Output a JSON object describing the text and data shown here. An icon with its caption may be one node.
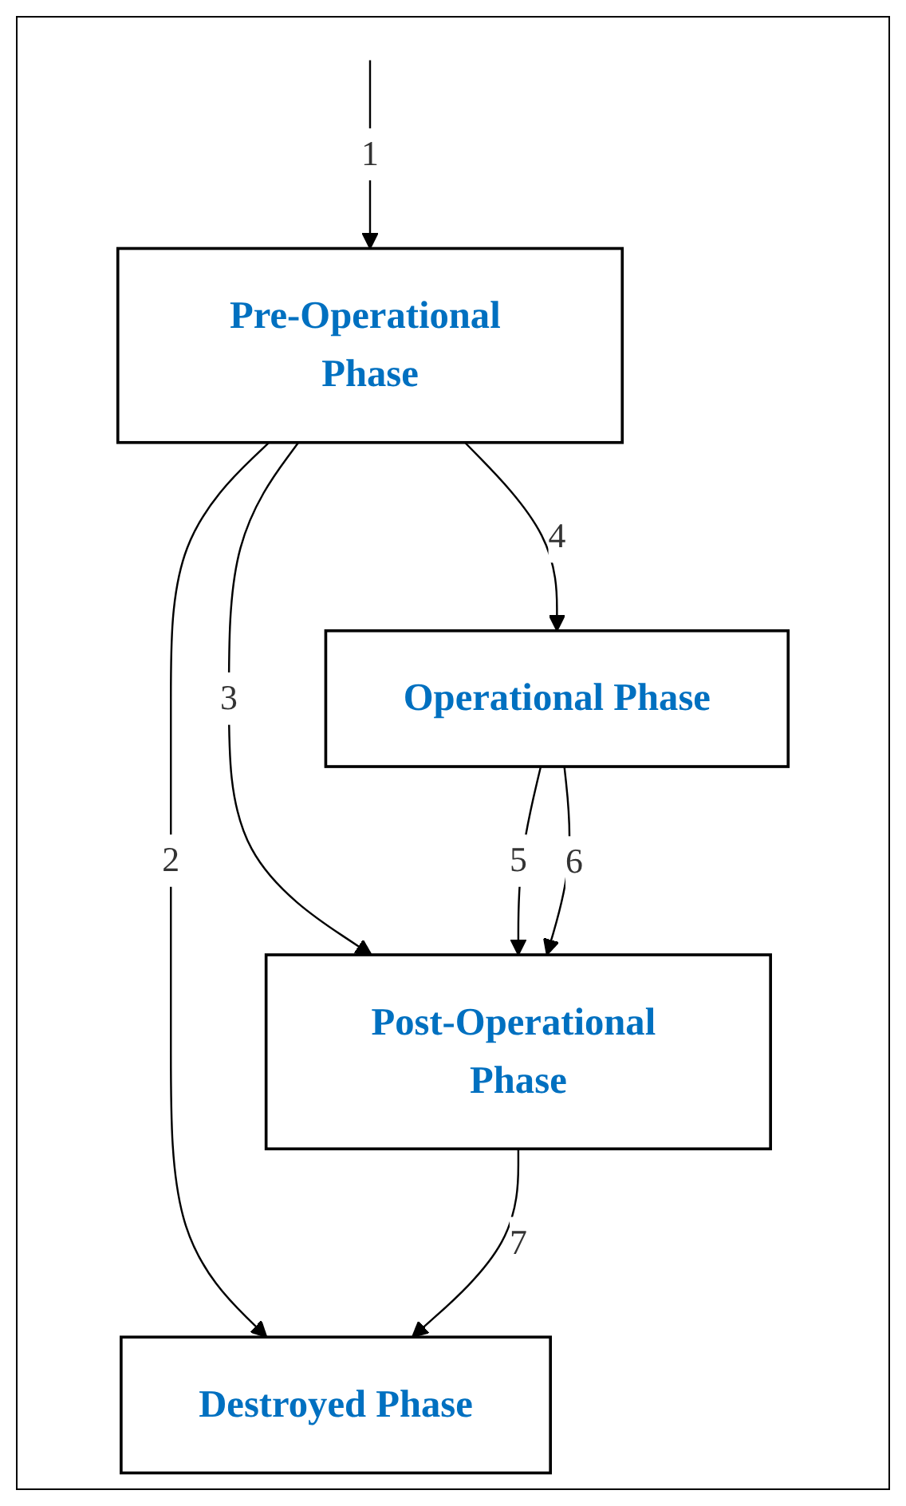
{
  "diagram": {
    "nodes": [
      {
        "text": [
          "Pre-Operational Phase"
        ]
      },
      {
        "text": [
          "Operational Phase"
        ]
      },
      {
        "text": [
          "Post-Operational Phase"
        ]
      },
      {
        "text": [
          "Destroyed Phase"
        ]
      }
    ],
    "edges": [
      {
        "from": null,
        "to": 0,
        "arrow": "to",
        "label": "1"
      },
      {
        "from": 0,
        "to": 3,
        "arrow": "to",
        "label": "2"
      },
      {
        "from": 0,
        "to": 2,
        "arrow": "to",
        "label": "3"
      },
      {
        "from": 0,
        "to": 1,
        "arrow": "to",
        "label": "4"
      },
      {
        "from": 1,
        "to": 2,
        "arrow": "to",
        "label": "5"
      },
      {
        "from": 1,
        "to": 2,
        "arrow": "to",
        "label": "6"
      },
      {
        "from": 2,
        "to": 3,
        "arrow": "to",
        "label": "7"
      }
    ]
  }
}
